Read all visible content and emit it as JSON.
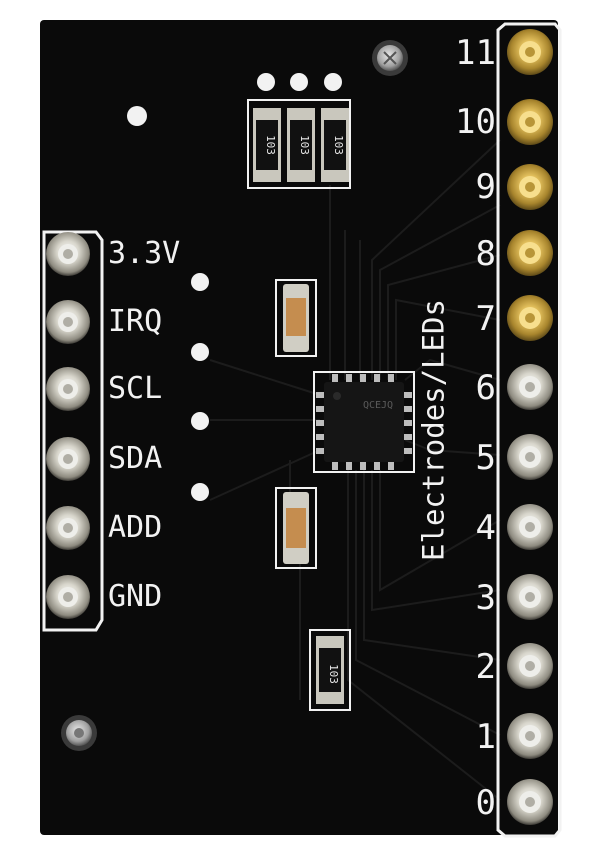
{
  "board": {
    "pcb_color": "#0a0a0a",
    "pad_gold": "#d9b65a",
    "pad_silver": "#d6d6d6",
    "silkscreen": "#f2f2f2"
  },
  "left_header": {
    "labels": [
      "3.3V",
      "IRQ",
      "SCL",
      "SDA",
      "ADD",
      "GND"
    ]
  },
  "right_header": {
    "title": "Electrodes/LEDs",
    "numbers": [
      "11",
      "10",
      "9",
      "8",
      "7",
      "6",
      "5",
      "4",
      "3",
      "2",
      "1",
      "0"
    ]
  },
  "components": {
    "resistor_codes": [
      "103",
      "103",
      "103"
    ],
    "bottom_resistor": "103",
    "chip_marking": "QCEJQ"
  }
}
